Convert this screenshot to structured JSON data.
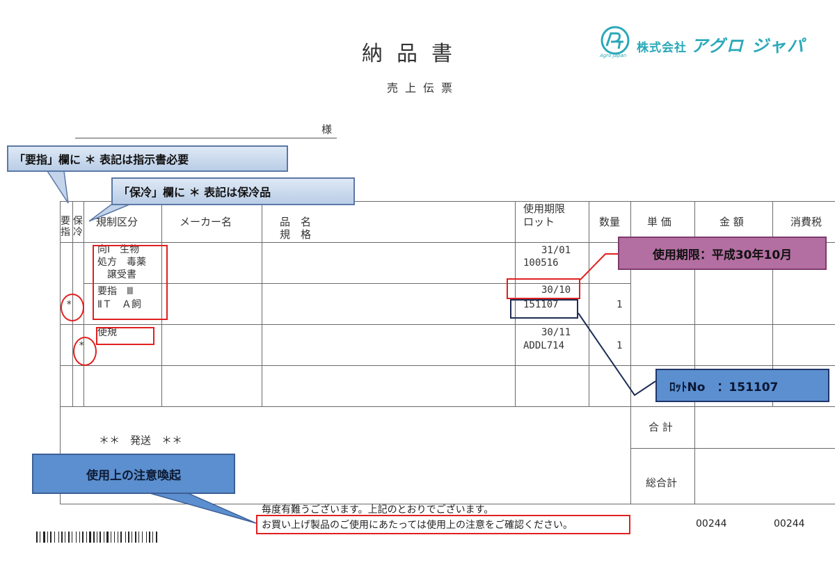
{
  "header": {
    "title": "納品書",
    "subtitle": "売上伝票",
    "honorific": "様",
    "company_prefix": "株式会社",
    "company_brand": "アグロ ジャパ",
    "logo_sub": "Agro Japan"
  },
  "table": {
    "headers": {
      "yoshi": "要指",
      "horei": "保冷",
      "kisei": "規制区分",
      "maker": "メーカー名",
      "hinmei": "品　名",
      "kikaku": "規　格",
      "kigen": "使用期限",
      "lot": "ロット",
      "suryo": "数量",
      "tanka": "単 価",
      "kingaku": "金 額",
      "shohizei": "消費税"
    },
    "rows": [
      {
        "kisei_line1": "向Ⅰ　生物",
        "kisei_line2": "処方　毒薬",
        "kisei_line3": "譲受書",
        "kigen": "31/01",
        "lot": "100516",
        "qty": ""
      },
      {
        "mark_yoshi": "*",
        "kisei_line1": "要指　Ⅲ",
        "kisei_line2": "ⅡＴ　Ａ飼",
        "kigen": "30/10",
        "lot": "151107",
        "qty": "1"
      },
      {
        "mark_horei": "*",
        "kisei_line1": "使規",
        "kigen": "30/11",
        "lot": "ADDL714",
        "qty": "1"
      }
    ],
    "shipping": "＊＊　発送　＊＊",
    "total_label": "合 計",
    "grand_total_label": "総合計"
  },
  "footer": {
    "line1": "毎度有難うございます。上記のとおりでございます。",
    "line2": "お買い上げ製品のご使用にあたっては使用上の注意をご確認ください。",
    "code1": "00244",
    "code2": "00244"
  },
  "callouts": {
    "yoshi_note": "「要指」欄に ＊ 表記は指示書必要",
    "horei_note": "「保冷」欄に ＊ 表記は保冷品",
    "kigen_note": "使用期限：平成30年10月",
    "lot_note": "ﾛｯﾄNo　：151107",
    "caution_note": "使用上の注意喚起"
  },
  "colors": {
    "callout_blue": "#5b8fcf",
    "callout_purple": "#b46fa2",
    "highlight_red": "#e02020",
    "brand_teal": "#2aa8b8"
  }
}
